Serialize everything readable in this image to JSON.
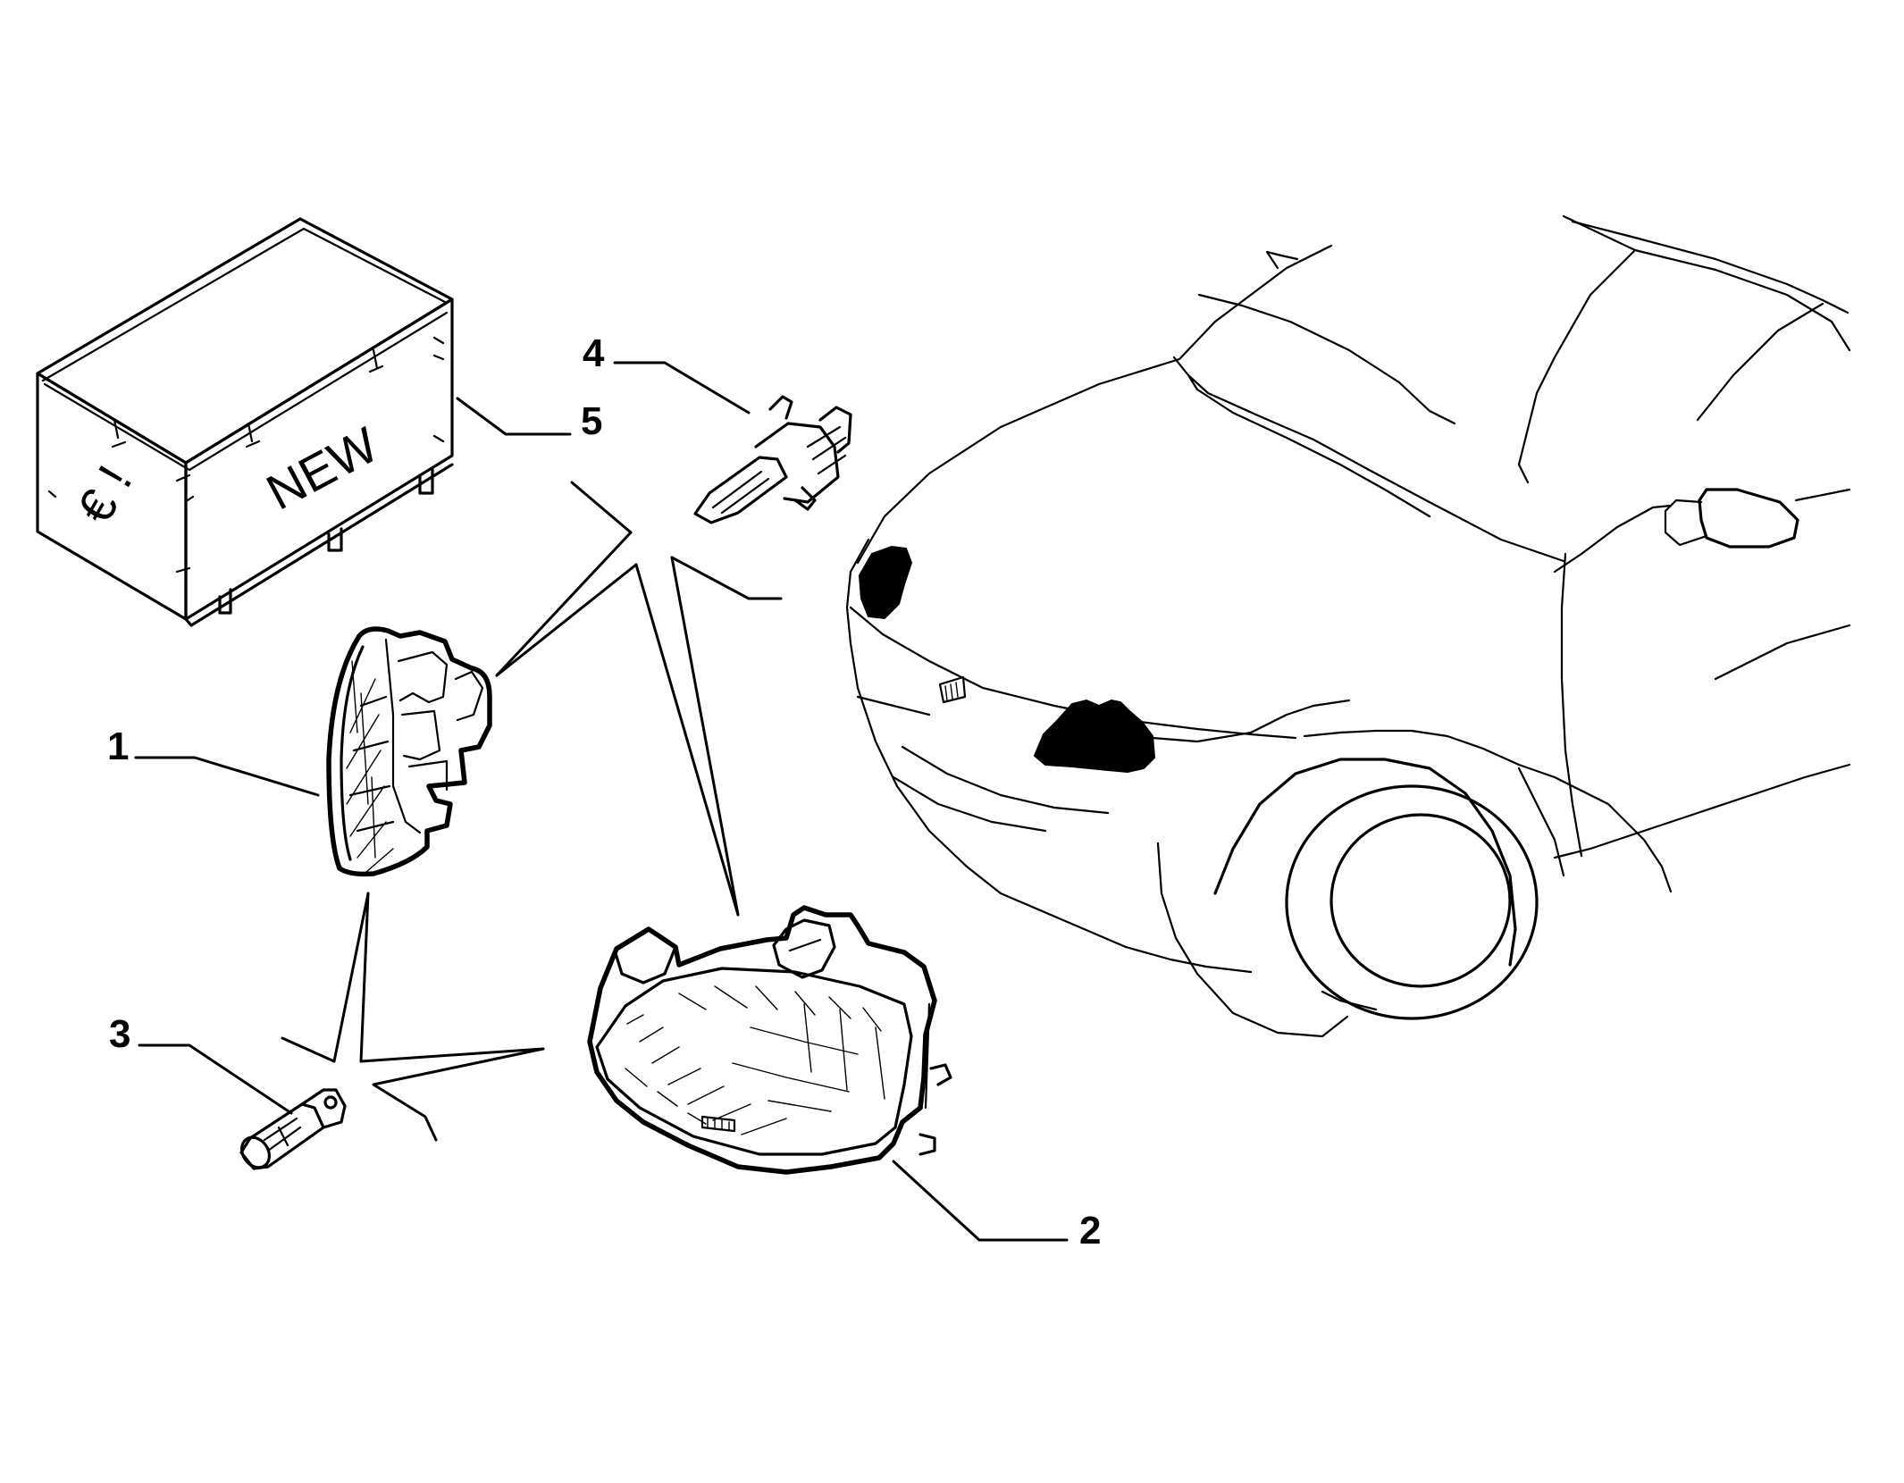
{
  "callouts": [
    {
      "id": "1",
      "label": "1"
    },
    {
      "id": "2",
      "label": "2"
    },
    {
      "id": "3",
      "label": "3"
    },
    {
      "id": "4",
      "label": "4"
    },
    {
      "id": "5",
      "label": "5"
    }
  ],
  "crate": {
    "front_text": "€ !",
    "side_text": "NEW"
  },
  "parts": [
    {
      "callout": "1",
      "name": "headlamp-side-view-icon"
    },
    {
      "callout": "2",
      "name": "headlamp-assembly-icon"
    },
    {
      "callout": "3",
      "name": "small-bulb-icon"
    },
    {
      "callout": "4",
      "name": "h4-bulb-icon"
    },
    {
      "callout": "5",
      "name": "shipping-crate-icon"
    }
  ]
}
